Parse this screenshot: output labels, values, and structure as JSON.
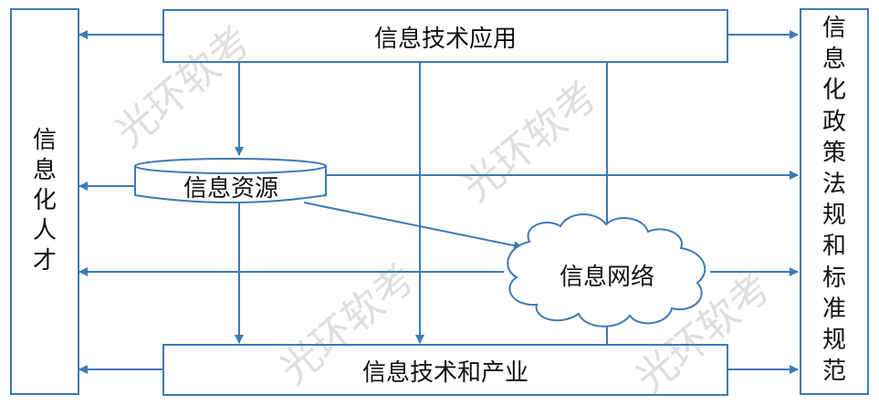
{
  "nodes": {
    "top": "信息技术应用",
    "left": "信息化人才",
    "right": "信息化政策法规和标准规范",
    "resource": "信息资源",
    "network": "信息网络",
    "bottom": "信息技术和产业"
  },
  "watermark": "光环软考",
  "colors": {
    "line": "#3d7ab8",
    "text": "#111111",
    "watermark": "#d9d9d9"
  }
}
